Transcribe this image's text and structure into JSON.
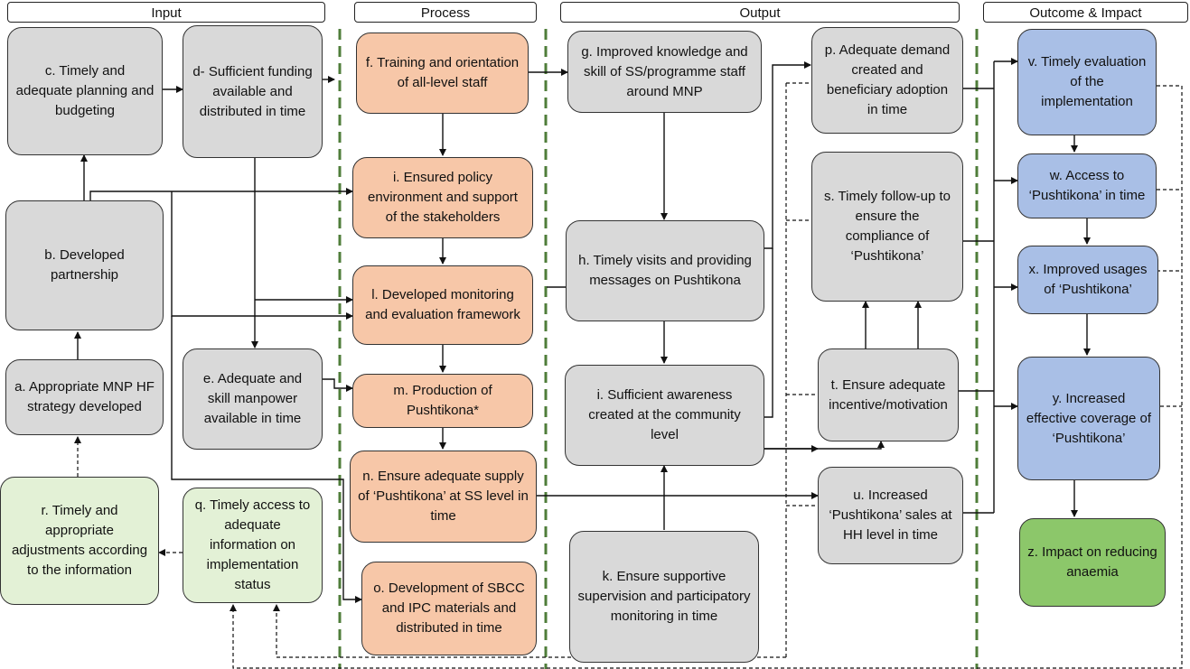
{
  "headers": {
    "input": "Input",
    "process": "Process",
    "output": "Output",
    "outcome": "Outcome & Impact"
  },
  "nodes": {
    "a": "a. Appropriate MNP HF strategy developed",
    "b": "b. Developed partnership",
    "c": "c. Timely and adequate planning and budgeting",
    "d": "d- Sufficient funding available and distributed in time",
    "e": "e. Adequate and skill manpower available in time",
    "f": "f. Training and orientation of all-level staff",
    "g": "g. Improved knowledge and skill  of SS/programme staff around MNP",
    "h": "h. Timely visits and providing messages on Pushtikona",
    "i_process": "i. Ensured policy environment and support of the stakeholders",
    "i_output": "i. Sufficient awareness created at the community level",
    "k": "k. Ensure supportive supervision and participatory monitoring in time",
    "l": "l. Developed monitoring and evaluation framework",
    "m": "m. Production of Pushtikona*",
    "n": "n. Ensure adequate supply of ‘Pushtikona’ at SS level in time",
    "o": "o. Development of SBCC and IPC materials and distributed in time",
    "p": "p. Adequate demand created and beneficiary adoption in time",
    "q": "q. Timely access to adequate information on implementation status",
    "r": "r. Timely and appropriate adjustments according to the information",
    "s": "s. Timely follow-up to ensure the compliance of ‘Pushtikona’",
    "t": "t. Ensure adequate incentive/motivation",
    "u": "u. Increased ‘Pushtikona’ sales at HH level in time",
    "v": "v. Timely evaluation of the implementation",
    "w": "w. Access to ‘Pushtikona’ in time",
    "x": "x. Improved usages of ‘Pushtikona’",
    "y": "y. Increased effective coverage of ‘Pushtikona’",
    "z": "z. Impact on reducing anaemia"
  },
  "colors": {
    "gray": "#d9d9d9",
    "orange": "#f7c7a8",
    "blue": "#a9bfe6",
    "light_green": "#e3f1d6",
    "green": "#8cc76a",
    "divider": "#4f7d3a"
  }
}
